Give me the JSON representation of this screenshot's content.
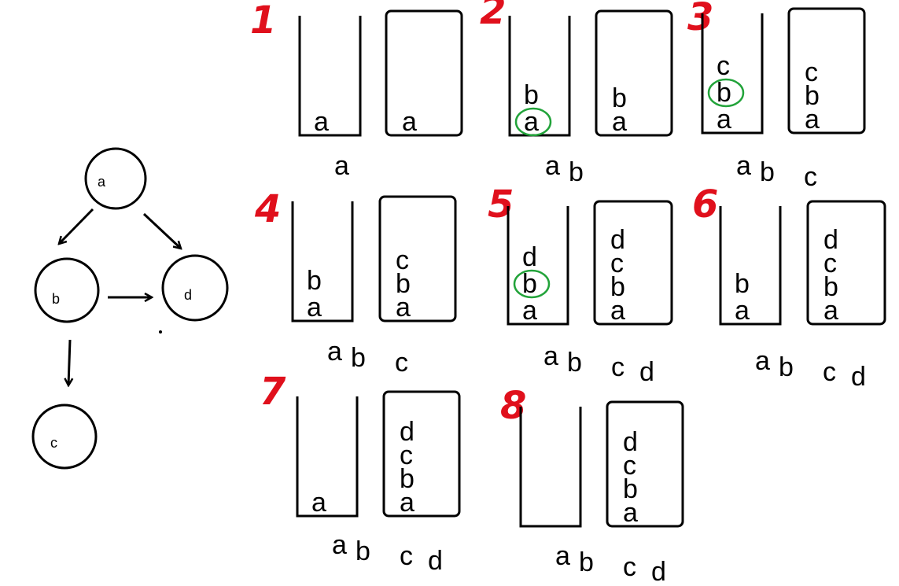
{
  "graph": {
    "nodes": [
      {
        "id": "a",
        "label": "a"
      },
      {
        "id": "b",
        "label": "b"
      },
      {
        "id": "c",
        "label": "c"
      },
      {
        "id": "d",
        "label": "d"
      }
    ],
    "edges": [
      {
        "from": "a",
        "to": "b"
      },
      {
        "from": "a",
        "to": "d"
      },
      {
        "from": "b",
        "to": "d"
      },
      {
        "from": "b",
        "to": "c"
      }
    ]
  },
  "steps": [
    {
      "number": "1",
      "stack": [
        "a"
      ],
      "visited": [
        "a"
      ],
      "output": [
        "a"
      ],
      "highlight": null
    },
    {
      "number": "2",
      "stack": [
        "a",
        "b"
      ],
      "visited": [
        "a",
        "b"
      ],
      "output": [
        "a",
        "b"
      ],
      "highlight": "a"
    },
    {
      "number": "3",
      "stack": [
        "a",
        "b",
        "c"
      ],
      "visited": [
        "a",
        "b",
        "c"
      ],
      "output": [
        "a",
        "b",
        "c"
      ],
      "highlight": "b"
    },
    {
      "number": "4",
      "stack": [
        "a",
        "b"
      ],
      "visited": [
        "a",
        "b",
        "c"
      ],
      "output": [
        "a",
        "b",
        "c"
      ],
      "highlight": null
    },
    {
      "number": "5",
      "stack": [
        "a",
        "b",
        "d"
      ],
      "visited": [
        "a",
        "b",
        "c",
        "d"
      ],
      "output": [
        "a",
        "b",
        "c",
        "d"
      ],
      "highlight": "b"
    },
    {
      "number": "6",
      "stack": [
        "a",
        "b"
      ],
      "visited": [
        "a",
        "b",
        "c",
        "d"
      ],
      "output": [
        "a",
        "b",
        "c",
        "d"
      ],
      "highlight": null
    },
    {
      "number": "7",
      "stack": [
        "a"
      ],
      "visited": [
        "a",
        "b",
        "c",
        "d"
      ],
      "output": [
        "a",
        "b",
        "c",
        "d"
      ],
      "highlight": null
    },
    {
      "number": "8",
      "stack": [],
      "visited": [
        "a",
        "b",
        "c",
        "d"
      ],
      "output": [
        "a",
        "b",
        "c",
        "d"
      ],
      "highlight": null
    }
  ],
  "colors": {
    "ink": "#000000",
    "step_number": "#e0101c",
    "highlight_circle": "#22a33a"
  }
}
